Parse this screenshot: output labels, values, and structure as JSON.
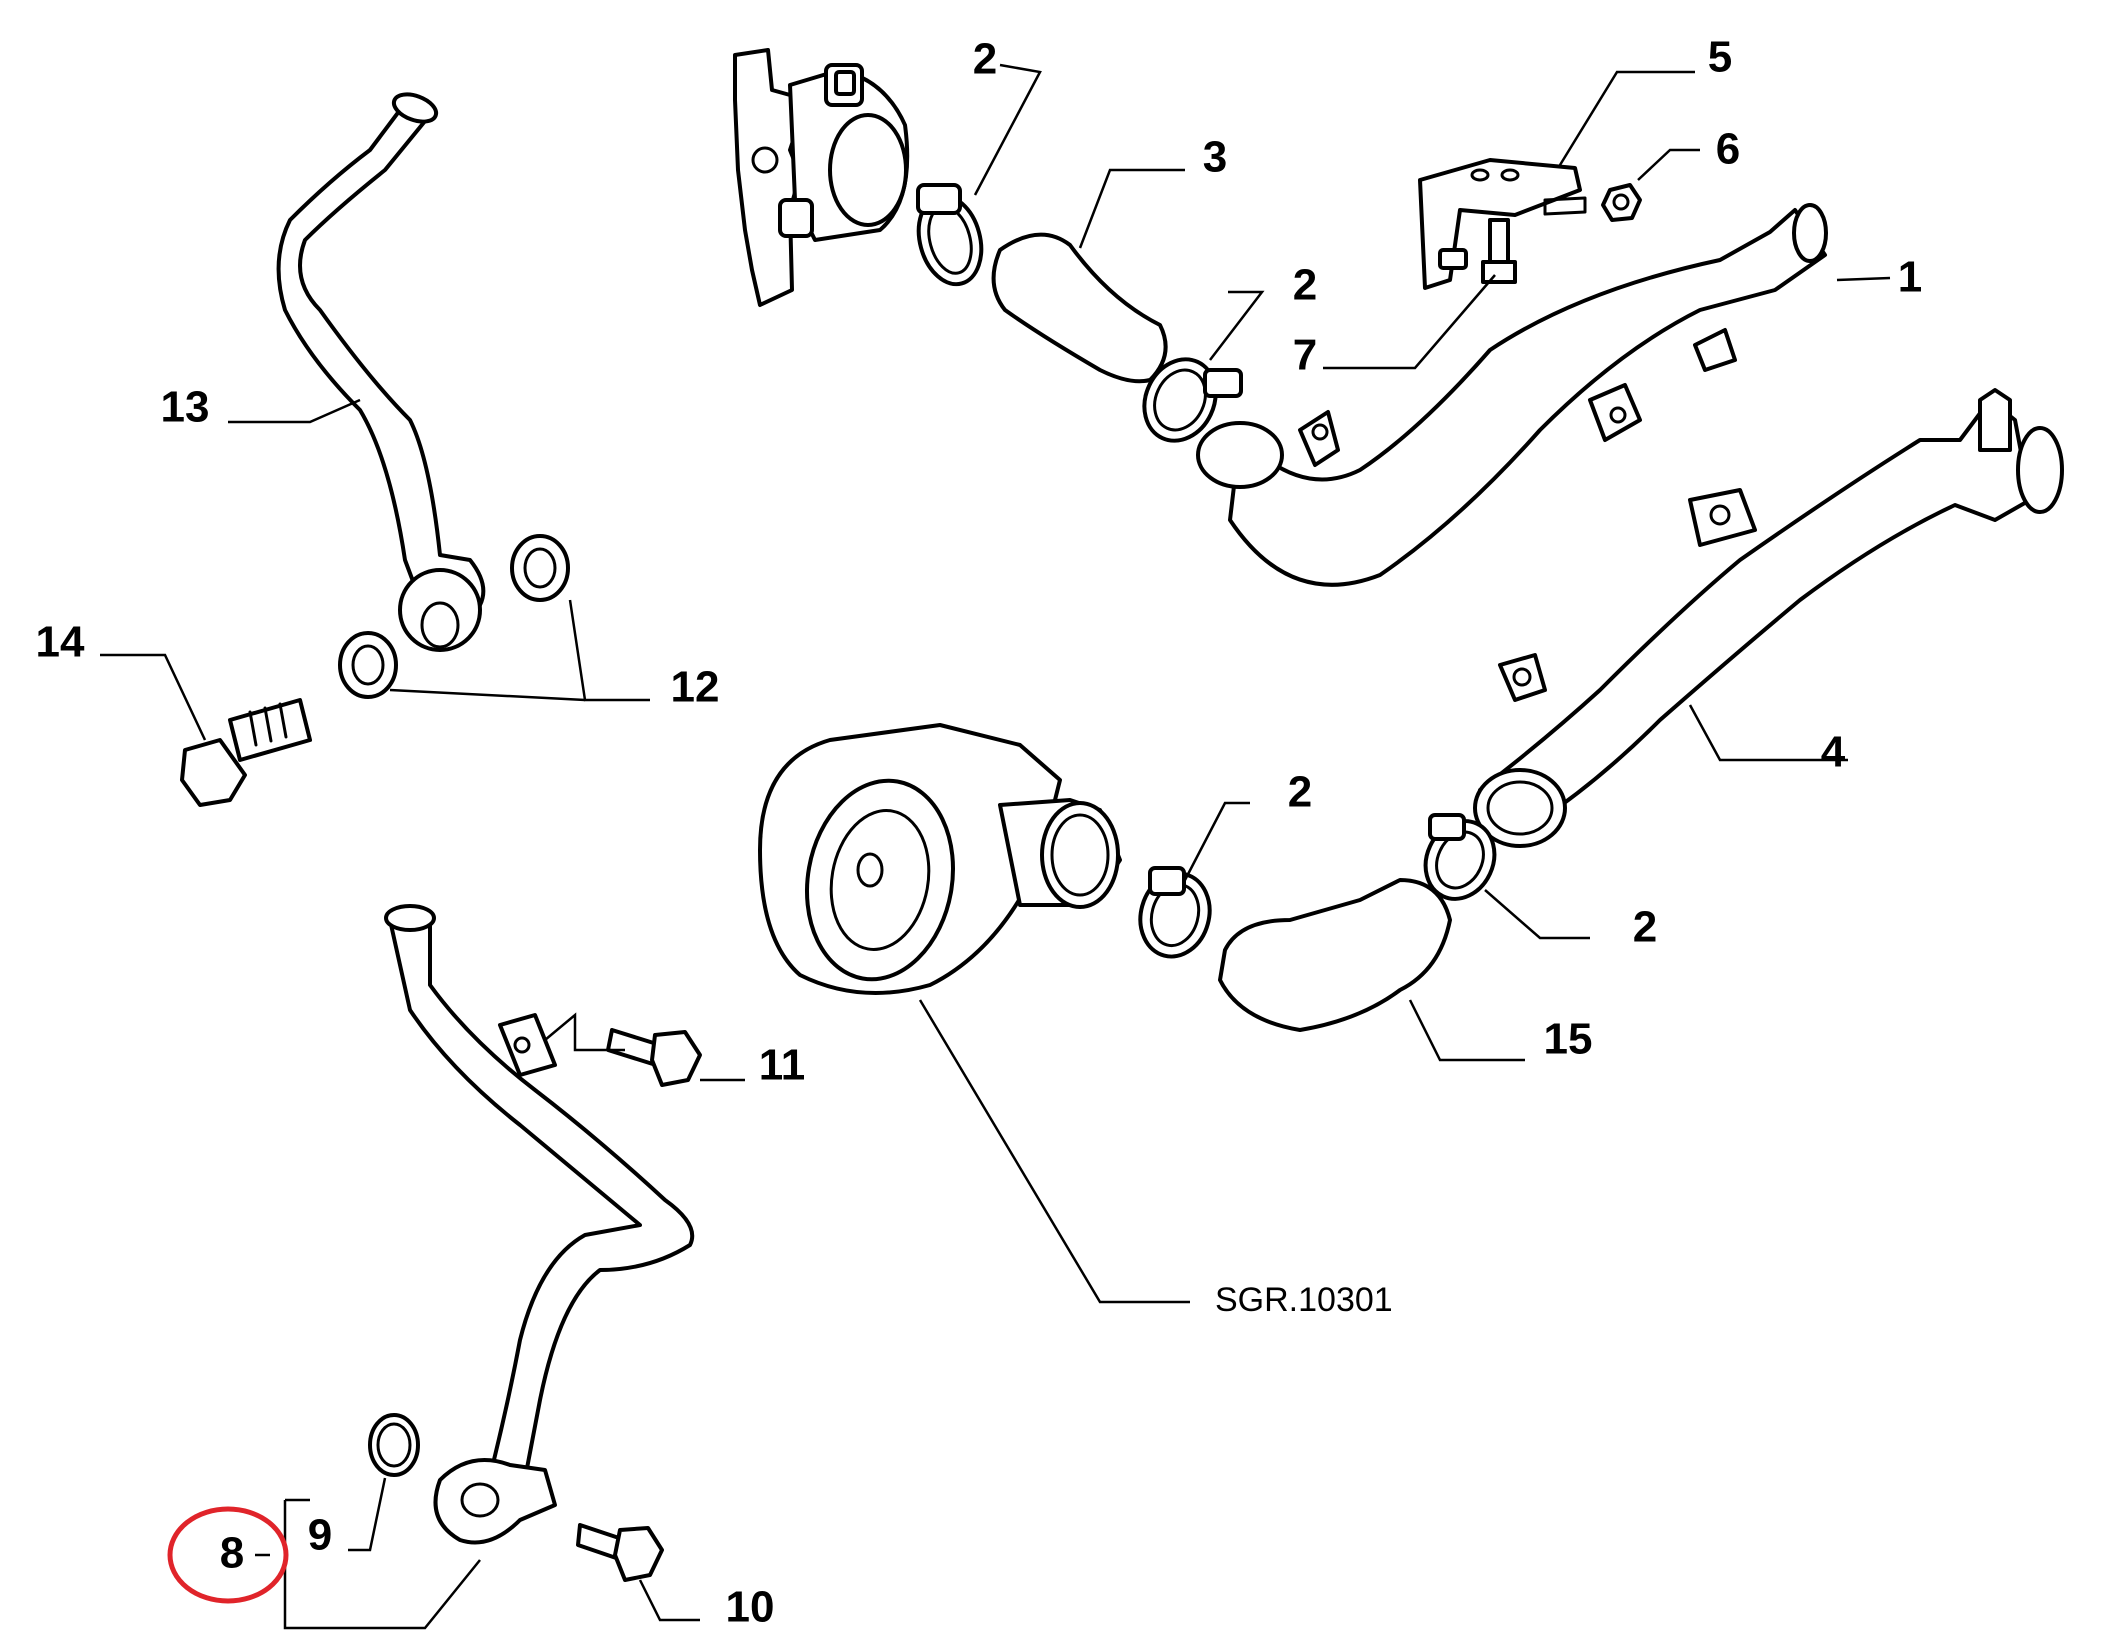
{
  "diagram": {
    "reference_code": "SGR.10301",
    "highlight_color": "#e0242a",
    "line_color": "#000000",
    "background_color": "#ffffff",
    "callouts": {
      "c1": "1",
      "c2a": "2",
      "c2b": "2",
      "c2c": "2",
      "c2d": "2",
      "c3": "3",
      "c4": "4",
      "c5": "5",
      "c6": "6",
      "c7": "7",
      "c8": "8",
      "c9": "9",
      "c10": "10",
      "c11": "11",
      "c12": "12",
      "c13": "13",
      "c14": "14",
      "c15": "15"
    }
  }
}
